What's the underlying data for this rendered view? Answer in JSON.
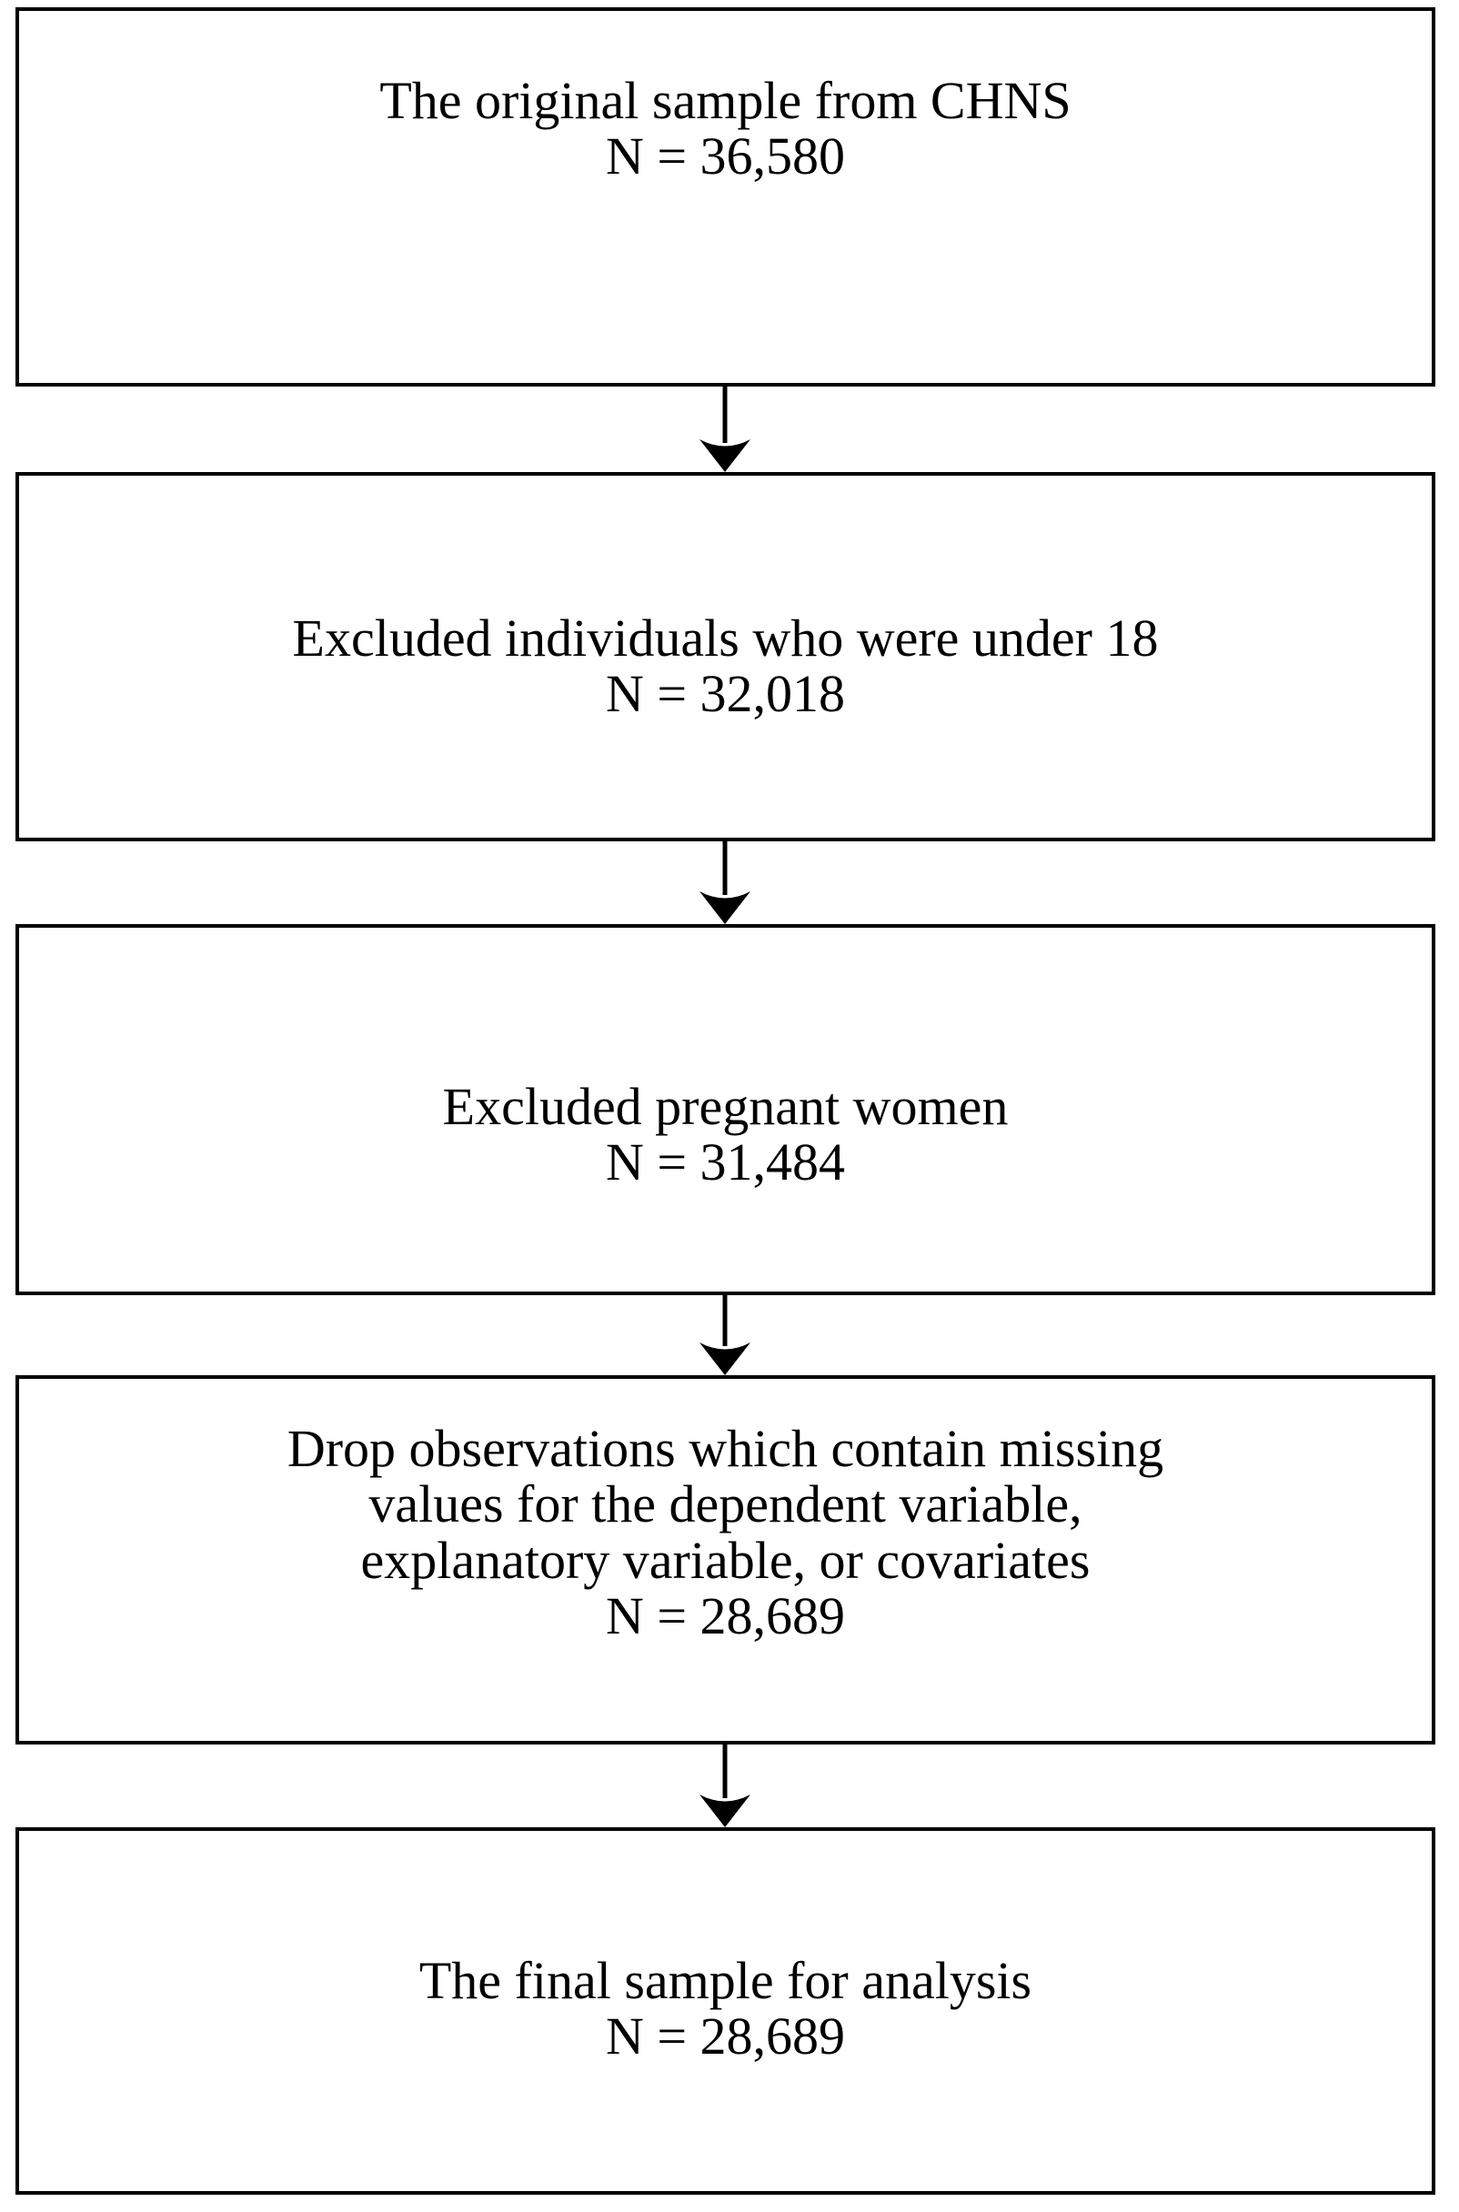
{
  "figure": {
    "type": "flowchart",
    "orientation": "vertical",
    "colors": {
      "border": "#000000",
      "background": "#ffffff",
      "text": "#000000",
      "arrow": "#000000"
    },
    "nodes": [
      {
        "id": "original-sample",
        "line1": "The original sample from CHNS",
        "line2": "N = 36,580",
        "text": "The original sample from CHNS\nN = 36,580",
        "count": "36,580"
      },
      {
        "id": "excluded-under-18",
        "line1": "Excluded individuals who were under 18",
        "line2": "N = 32,018",
        "text": "Excluded individuals who were under 18\nN = 32,018",
        "count": "32,018"
      },
      {
        "id": "excluded-pregnant",
        "line1": "Excluded pregnant women",
        "line2": "N = 31,484",
        "text": "Excluded pregnant women\nN = 31,484",
        "count": "31,484"
      },
      {
        "id": "drop-missing",
        "line1": "Drop observations which contain missing",
        "line2": "values for the dependent variable,",
        "line3": "explanatory variable, or covariates",
        "line4": "N = 28,689",
        "text": "Drop observations which contain missing\nvalues for the dependent variable,\nexplanatory variable, or covariates\nN = 28,689",
        "count": "28,689"
      },
      {
        "id": "final-sample",
        "line1": "The final sample for analysis",
        "line2": "N = 28,689",
        "text": "The final sample for analysis\nN = 28,689",
        "count": "28,689"
      }
    ],
    "connectors": [
      {
        "id": "arrow-1",
        "from": "original-sample",
        "to": "excluded-under-18",
        "glyph": "down-arrow"
      },
      {
        "id": "arrow-2",
        "from": "excluded-under-18",
        "to": "excluded-pregnant",
        "glyph": "down-arrow"
      },
      {
        "id": "arrow-3",
        "from": "excluded-pregnant",
        "to": "drop-missing",
        "glyph": "down-arrow"
      },
      {
        "id": "arrow-4",
        "from": "drop-missing",
        "to": "final-sample",
        "glyph": "down-arrow"
      }
    ]
  }
}
